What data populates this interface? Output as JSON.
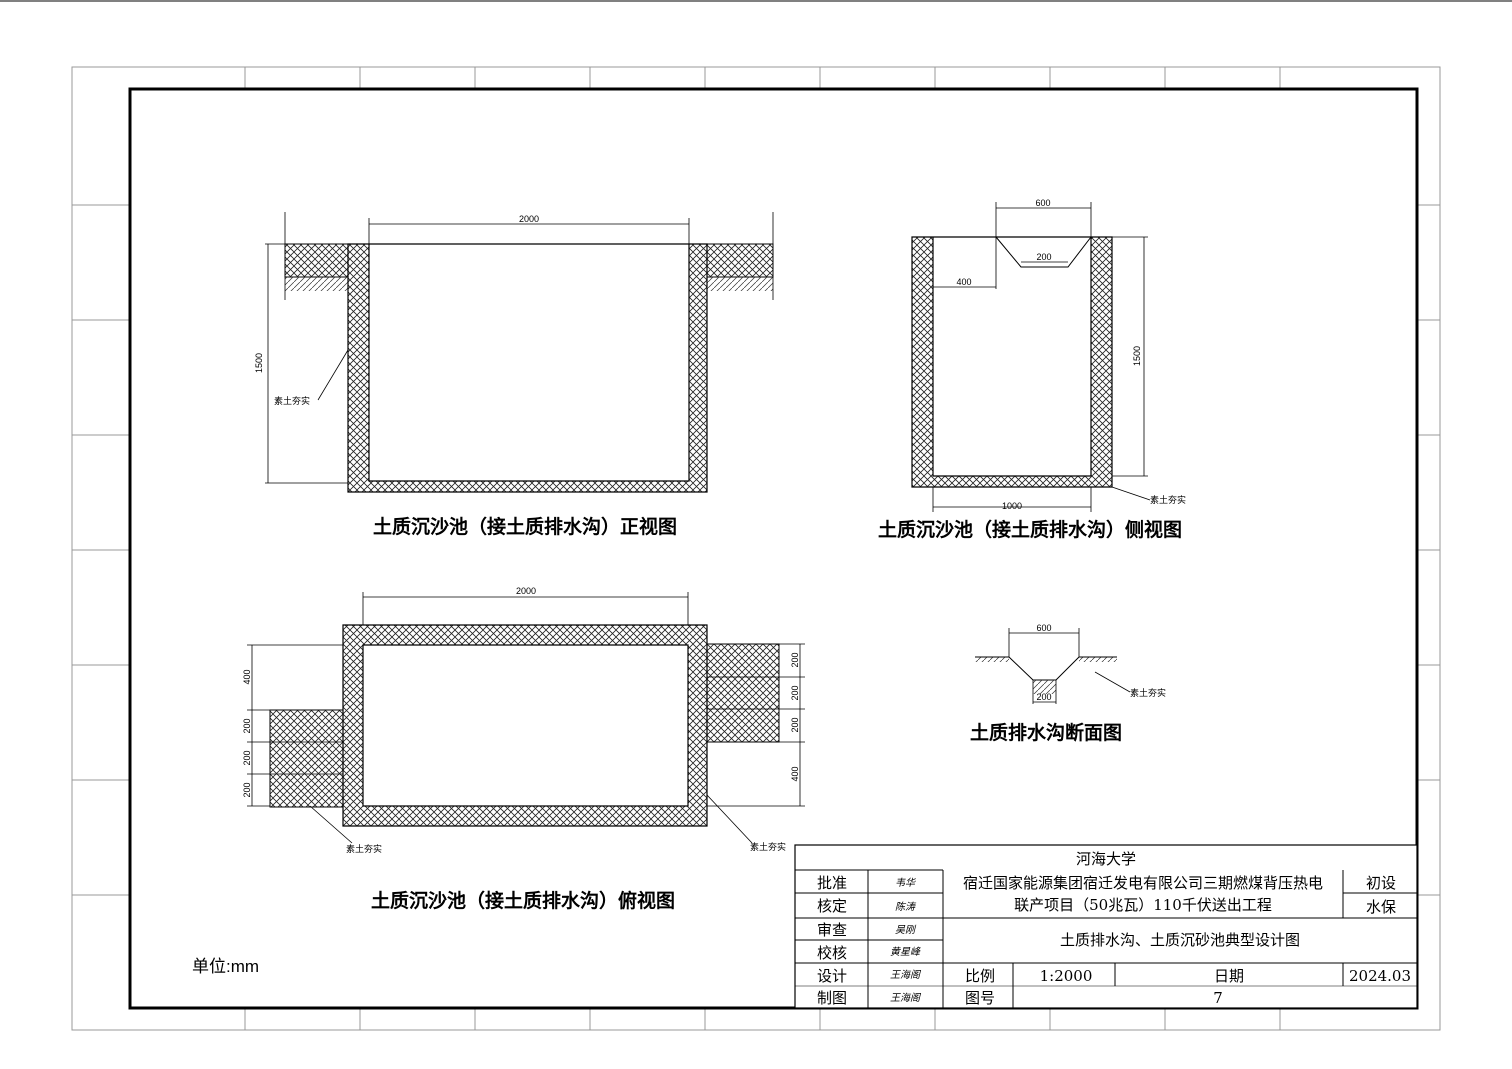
{
  "drawings": {
    "front": {
      "caption": "土质沉沙池（接土质排水沟）正视图",
      "dim_width": "2000",
      "dim_height": "1500",
      "note": "素土夯实"
    },
    "side": {
      "caption": "土质沉沙池（接土质排水沟）侧视图",
      "dim_top": "600",
      "dim_bottom_inner": "200",
      "dim_depth": "400",
      "dim_height": "1500",
      "dim_width": "1000",
      "note": "素土夯实"
    },
    "plan": {
      "caption": "土质沉沙池（接土质排水沟）俯视图",
      "dim_width": "2000",
      "left_dims": [
        "400",
        "200",
        "200",
        "200"
      ],
      "right_dims": [
        "200",
        "200",
        "200",
        "400"
      ],
      "note_left": "素土夯实",
      "note_right": "素土夯实"
    },
    "section": {
      "caption": "土质排水沟断面图",
      "dim_top": "600",
      "dim_bottom": "200",
      "note": "素土夯实"
    }
  },
  "unit_label": "单位:mm",
  "title_block": {
    "institution": "河海大学",
    "project_line1": "宿迁国家能源集团宿迁发电有限公司三期燃煤背压热电",
    "project_line2": "联产项目（50兆瓦）110千伏送出工程",
    "stage": "初设",
    "discipline": "水保",
    "drawing_title": "土质排水沟、土质沉砂池典型设计图",
    "roles": [
      "批准",
      "核定",
      "审查",
      "校核",
      "设计",
      "制图"
    ],
    "signatures": [
      "韦华",
      "陈涛",
      "吴刚",
      "黄星峰",
      "王海阁",
      "王海阁"
    ],
    "scale_label": "比例",
    "scale_value": "1:2000",
    "date_label": "日期",
    "date_value": "2024.03",
    "drawing_no_label": "图号",
    "drawing_no_value": "7"
  }
}
